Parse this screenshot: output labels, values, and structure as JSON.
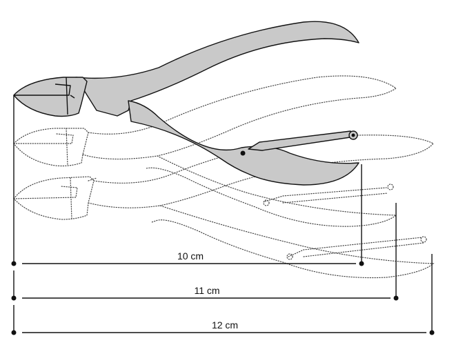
{
  "figure": {
    "dimensions": [
      {
        "label": "10 cm"
      },
      {
        "label": "11 cm"
      },
      {
        "label": "12 cm"
      }
    ]
  }
}
